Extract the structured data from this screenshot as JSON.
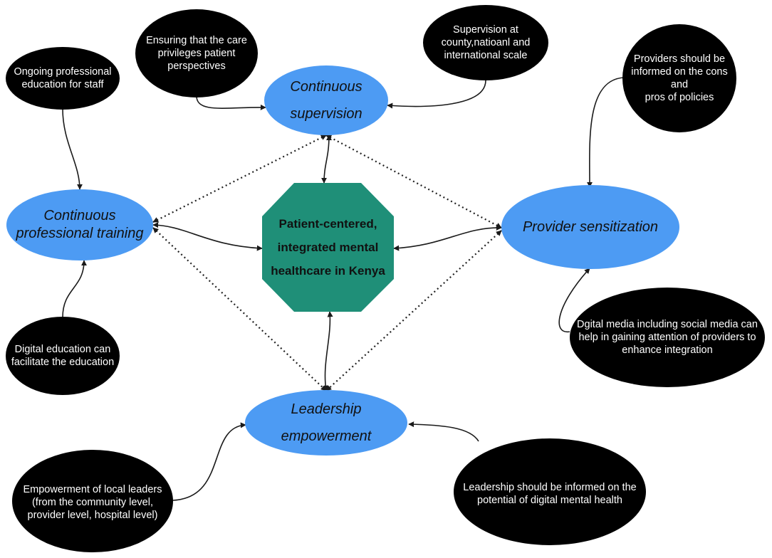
{
  "diagram": {
    "center": {
      "lines": [
        "Patient-centered,",
        "integrated mental",
        "healthcare in Kenya"
      ],
      "color": "#1f8f78"
    },
    "pillars": {
      "supervision": {
        "lines": [
          "Continuous",
          "supervision"
        ]
      },
      "training": {
        "lines": [
          "Continuous",
          "professional training"
        ]
      },
      "sensitization": {
        "lines": [
          "Provider sensitization"
        ]
      },
      "leadership": {
        "lines": [
          "Leadership",
          "empowerment"
        ]
      },
      "color": "#4d9bf3"
    },
    "notes": {
      "care_privileges": {
        "lines": [
          "Ensuring that the care",
          "privileges patient",
          "perspectives"
        ]
      },
      "supervision_scale": {
        "lines": [
          "Supervision at",
          "county,natioanl and",
          "international scale"
        ]
      },
      "ongoing_education": {
        "lines": [
          "Ongoing professional",
          "education for staff"
        ]
      },
      "policies": {
        "lines": [
          "Providers should be",
          "informed on the cons and",
          "pros of policies"
        ]
      },
      "digital_education": {
        "lines": [
          "Digital education can",
          "facilitate the education"
        ]
      },
      "digital_media": {
        "lines": [
          "Dgital media including social media can",
          "help in gaining attention of providers to",
          "enhance integration"
        ]
      },
      "local_leaders": {
        "lines": [
          "Empowerment of local leaders",
          "(from the community level,",
          "provider level, hospital level)"
        ]
      },
      "leadership_digital": {
        "lines": [
          "Leadership should be informed on the",
          "potential of digital mental health"
        ]
      },
      "color": "#000000"
    }
  }
}
